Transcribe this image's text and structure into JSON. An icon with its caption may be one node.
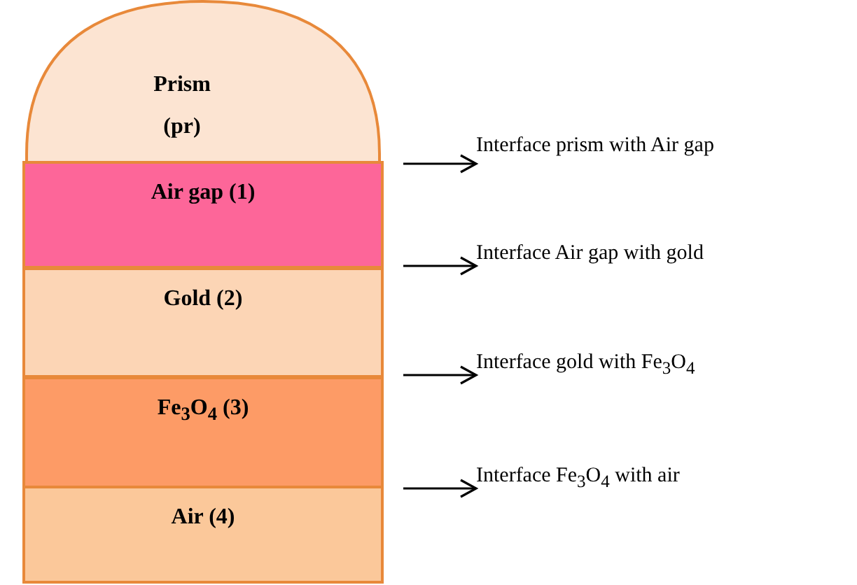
{
  "diagram": {
    "nodes": [
      {
        "text": [
          "Prism (pr)"
        ]
      },
      {
        "text": [
          "Air gap (1)"
        ]
      },
      {
        "text": [
          "Gold (2)"
        ]
      },
      {
        "text": [
          "Fe$_{3}$O$_{4}$ (3)"
        ]
      },
      {
        "text": [
          "Air (4)"
        ]
      },
      {
        "text": [
          "Interface prism with Air gap"
        ]
      },
      {
        "text": [
          "Interface Air gap with gold"
        ]
      },
      {
        "text": [
          "Interface gold with Fe$_{3}$O$_{4}$"
        ]
      },
      {
        "text": [
          "Interface Fe$_{3}$O$_{4}$ with air"
        ]
      }
    ],
    "edges": [
      {
        "from": null,
        "to": 5,
        "arrow": "to"
      },
      {
        "from": null,
        "to": 6,
        "arrow": "to"
      },
      {
        "from": null,
        "to": 7,
        "arrow": "to"
      },
      {
        "from": null,
        "to": 8,
        "arrow": "to"
      }
    ]
  }
}
